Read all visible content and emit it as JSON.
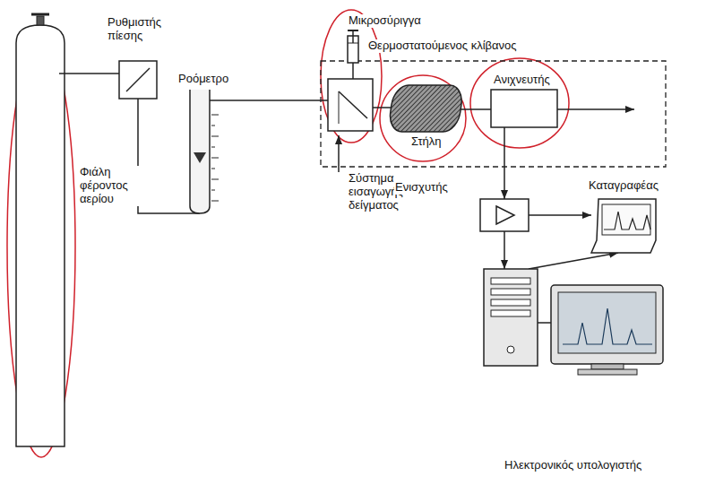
{
  "diagram": {
    "nodes": [
      {
        "text": [
          "Φιάλη φέροντος αερίου"
        ]
      },
      {
        "text": [
          "Ρυθμιστής πίεσης"
        ]
      },
      {
        "text": [
          "Ροόμετρο"
        ]
      },
      {
        "text": [
          "Θερμοστατούμενος κλίβανος"
        ]
      },
      {
        "text": [
          "Σύστημα εισαγωγής δείγματος"
        ],
        "in": 3
      },
      {
        "text": [
          "Μικροσύριγγα"
        ]
      },
      {
        "text": [
          "Στήλη"
        ],
        "in": 3
      },
      {
        "text": [
          "Ανιχνευτής"
        ],
        "in": 3
      },
      {
        "text": [
          "Ενισχυτής"
        ]
      },
      {
        "text": [
          "Καταγραφέας"
        ]
      },
      {
        "text": [
          "Ηλεκτρονικός υπολογιστής"
        ]
      }
    ],
    "edges": [
      {
        "from": 0,
        "to": 1,
        "arrow": "none"
      },
      {
        "from": 1,
        "to": 2,
        "arrow": "none"
      },
      {
        "from": 2,
        "to": 4,
        "arrow": "none"
      },
      {
        "from": 5,
        "to": 4,
        "arrow": "none"
      },
      {
        "from": 4,
        "to": 6,
        "arrow": "none"
      },
      {
        "from": 6,
        "to": 7,
        "arrow": "none"
      },
      {
        "from": 7,
        "to": 8,
        "arrow": "to"
      },
      {
        "from": 8,
        "to": 9,
        "arrow": "to"
      },
      {
        "from": 8,
        "to": 10,
        "arrow": "to"
      },
      {
        "from": 10,
        "to": 9,
        "arrow": "to"
      }
    ]
  }
}
